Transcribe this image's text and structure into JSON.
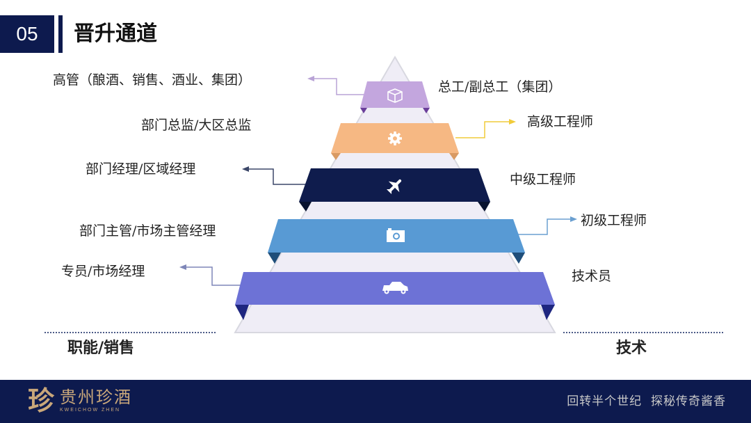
{
  "header": {
    "number": "05",
    "title": "晋升通道"
  },
  "left_labels": [
    "高管（酿酒、销售、酒业、集团）",
    "部门总监/大区总监",
    "部门经理/区域经理",
    "部门主管/市场主管经理",
    "专员/市场经理"
  ],
  "right_labels": [
    "总工/副总工（集团）",
    "高级工程师",
    "中级工程师",
    "初级工程师",
    "技术员"
  ],
  "categories": {
    "left": "职能/销售",
    "right": "技术"
  },
  "levels": [
    {
      "icon": "cube-icon",
      "color": "#c3a6de"
    },
    {
      "icon": "gear-icon",
      "color": "#f6b883"
    },
    {
      "icon": "airplane-icon",
      "color": "#0f1c4d"
    },
    {
      "icon": "camera-icon",
      "color": "#589ad4"
    },
    {
      "icon": "car-icon",
      "color": "#6d72d6"
    }
  ],
  "footer": {
    "brand": "贵州珍酒",
    "brand_mark": "珍",
    "brand_en": "KWEICHOW ZHEN",
    "slogan": "回转半个世纪  探秘传奇酱香"
  }
}
